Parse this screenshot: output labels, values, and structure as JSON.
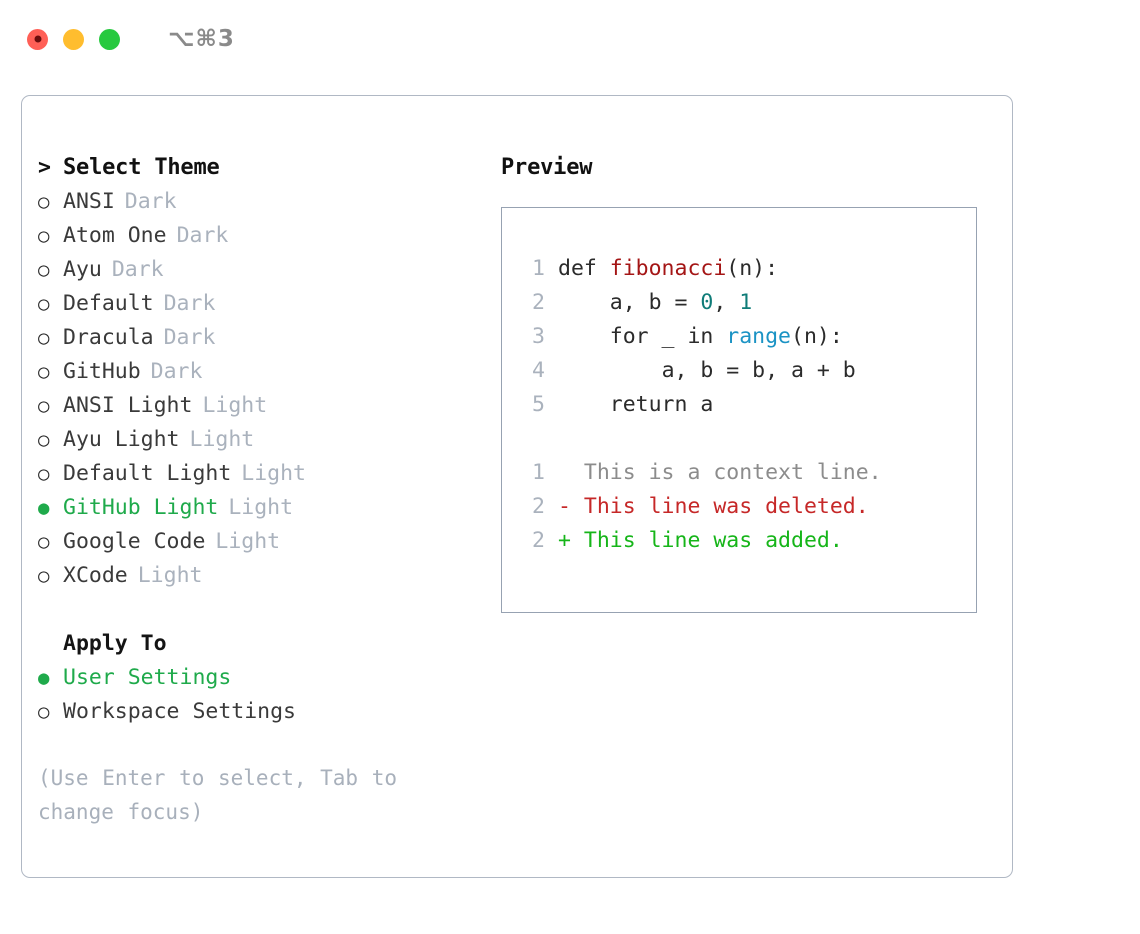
{
  "window": {
    "title": "⌥⌘3",
    "traffic_lights": [
      "close-red",
      "minimize-yellow",
      "maximize-green"
    ],
    "colors": {
      "red": "#ff5f56",
      "yellow": "#ffbd2e",
      "green": "#27c93f",
      "accent_green": "#1faa4b",
      "panel_border": "#b0b8c4",
      "muted": "#aab2bd"
    }
  },
  "theme_list": {
    "header_marker": ">",
    "header_label": "Select Theme",
    "items": [
      {
        "marker": "○",
        "name": "ANSI",
        "kind": "Dark",
        "selected": false
      },
      {
        "marker": "○",
        "name": "Atom One",
        "kind": "Dark",
        "selected": false
      },
      {
        "marker": "○",
        "name": "Ayu",
        "kind": "Dark",
        "selected": false
      },
      {
        "marker": "○",
        "name": "Default",
        "kind": "Dark",
        "selected": false
      },
      {
        "marker": "○",
        "name": "Dracula",
        "kind": "Dark",
        "selected": false
      },
      {
        "marker": "○",
        "name": "GitHub",
        "kind": "Dark",
        "selected": false
      },
      {
        "marker": "○",
        "name": "ANSI Light",
        "kind": "Light",
        "selected": false
      },
      {
        "marker": "○",
        "name": "Ayu Light",
        "kind": "Light",
        "selected": false
      },
      {
        "marker": "○",
        "name": "Default Light",
        "kind": "Light",
        "selected": false
      },
      {
        "marker": "●",
        "name": "GitHub Light",
        "kind": "Light",
        "selected": true
      },
      {
        "marker": "○",
        "name": "Google Code",
        "kind": "Light",
        "selected": false
      },
      {
        "marker": "○",
        "name": "XCode",
        "kind": "Light",
        "selected": false
      }
    ]
  },
  "apply_to": {
    "header_label": "Apply To",
    "items": [
      {
        "marker": "●",
        "label": "User Settings",
        "selected": true
      },
      {
        "marker": "○",
        "label": "Workspace Settings",
        "selected": false
      }
    ]
  },
  "hint": "(Use Enter to select, Tab to change focus)",
  "preview": {
    "title": "Preview",
    "code_lines": [
      {
        "number": "1",
        "indent": "",
        "tokens": [
          {
            "t": "def ",
            "c": "plain"
          },
          {
            "t": "fibonacci",
            "c": "fn"
          },
          {
            "t": "(n):",
            "c": "plain"
          }
        ]
      },
      {
        "number": "2",
        "indent": "    ",
        "tokens": [
          {
            "t": "a, b = ",
            "c": "plain"
          },
          {
            "t": "0",
            "c": "num"
          },
          {
            "t": ", ",
            "c": "plain"
          },
          {
            "t": "1",
            "c": "num"
          }
        ]
      },
      {
        "number": "3",
        "indent": "    ",
        "tokens": [
          {
            "t": "for _ in ",
            "c": "plain"
          },
          {
            "t": "range",
            "c": "call"
          },
          {
            "t": "(n):",
            "c": "plain"
          }
        ]
      },
      {
        "number": "4",
        "indent": "        ",
        "tokens": [
          {
            "t": "a, b = b, a + b",
            "c": "plain"
          }
        ]
      },
      {
        "number": "5",
        "indent": "    ",
        "tokens": [
          {
            "t": "return a",
            "c": "plain"
          }
        ]
      }
    ],
    "diff_lines": [
      {
        "number": "1",
        "sign": "  ",
        "text": "This is a context line.",
        "kind": "ctx"
      },
      {
        "number": "2",
        "sign": "- ",
        "text": "This line was deleted.",
        "kind": "del"
      },
      {
        "number": "2",
        "sign": "+ ",
        "text": "This line was added.",
        "kind": "add"
      }
    ]
  }
}
